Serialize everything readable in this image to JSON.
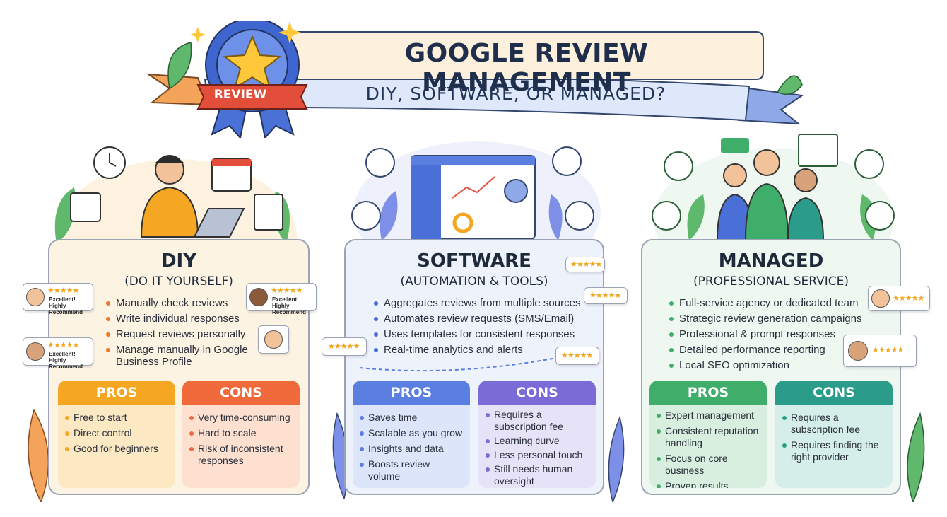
{
  "header": {
    "title": "GOOGLE REVIEW MANAGEMENT",
    "subtitle": "DIY, SOFTWARE, OR MANAGED?",
    "badge": "REVIEW"
  },
  "review_cards": {
    "stars": "★★★★★",
    "line1": "Excellent!",
    "line2": "Highly Recommend"
  },
  "columns": {
    "diy": {
      "title": "DIY",
      "subtitle": "(DO IT YOURSELF)",
      "features": [
        "Manually check reviews",
        "Write individual responses",
        "Request reviews personally",
        "Manage manually in Google",
        "Business Profile"
      ],
      "pros_label": "PROS",
      "pros": [
        "Free to start",
        "Direct control",
        "Good for beginners"
      ],
      "cons_label": "CONS",
      "cons": [
        "Very time-consuming",
        "Hard to scale",
        "Risk of inconsistent responses"
      ]
    },
    "software": {
      "title": "SOFTWARE",
      "subtitle": "(AUTOMATION & TOOLS)",
      "features": [
        "Aggregates reviews from multiple sources",
        "Automates review requests (SMS/Email)",
        "Uses templates for consistent responses",
        "Real-time analytics and alerts"
      ],
      "pros_label": "PROS",
      "pros": [
        "Saves time",
        "Scalable as you grow",
        "Insights and data",
        "Boosts review volume"
      ],
      "cons_label": "CONS",
      "cons": [
        "Requires a subscription fee",
        "Learning curve",
        "Less personal touch",
        "Still needs human oversight"
      ]
    },
    "managed": {
      "title": "MANAGED",
      "subtitle": "(PROFESSIONAL SERVICE)",
      "features": [
        "Full-service agency or dedicated team",
        "Strategic review generation campaigns",
        "Professional & prompt responses",
        "Detailed performance reporting",
        "Local SEO optimization"
      ],
      "pros_label": "PROS",
      "pros": [
        "Expert management",
        "Consistent reputation handling",
        "Focus on core business",
        "Proven results"
      ],
      "cons_label": "CONS",
      "cons": [
        "Requires a subscription fee",
        "Requires finding the right provider"
      ]
    }
  },
  "colors": {
    "diy_bg": "#fdf3e3",
    "diy_pros": "#f5a623",
    "diy_cons": "#f06a3c",
    "sw_bg": "#eef2fb",
    "sw_pros": "#5b7fe0",
    "sw_cons": "#7a6bd6",
    "mg_bg": "#eef8f1",
    "mg_pros": "#3fae6a",
    "mg_cons": "#2b9c8a"
  }
}
